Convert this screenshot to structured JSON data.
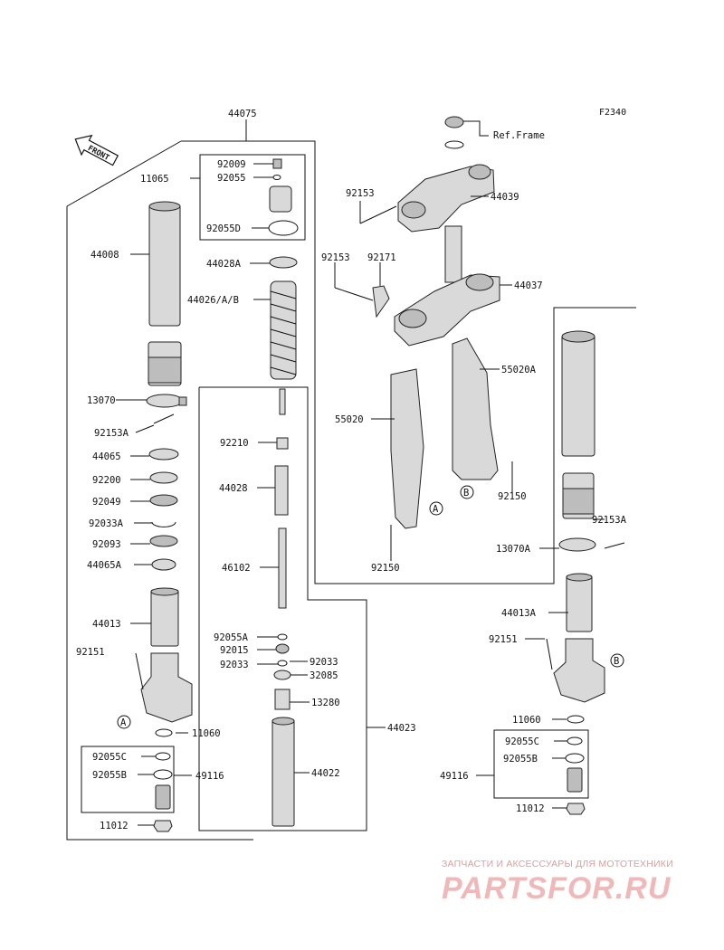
{
  "figure_code": "F2340",
  "front_label": "FRONT",
  "ref_frame": "Ref.Frame",
  "callouts": {
    "p44075": "44075",
    "p11065": "11065",
    "p92009": "92009",
    "p92055": "92055",
    "p92055D": "92055D",
    "p44028A": "44028A",
    "p44026": "44026/A/B",
    "p44008": "44008",
    "p13070": "13070",
    "p92153A_l": "92153A",
    "p44065": "44065",
    "p92200": "92200",
    "p92049": "92049",
    "p92033A": "92033A",
    "p92093": "92093",
    "p44065A": "44065A",
    "p44013": "44013",
    "p92151_l": "92151",
    "p11060_l": "11060",
    "p92055C_l": "92055C",
    "p92055B_l": "92055B",
    "p49116_l": "49116",
    "p11012_l": "11012",
    "p92210": "92210",
    "p44028": "44028",
    "p46102": "46102",
    "p92055A": "92055A",
    "p92015": "92015",
    "p92033_a": "92033",
    "p92033_b": "92033",
    "p32085": "32085",
    "p13280": "13280",
    "p44023": "44023",
    "p44022": "44022",
    "p92153_1": "92153",
    "p44039": "44039",
    "p92153_2": "92153",
    "p92171": "92171",
    "p44037": "44037",
    "p55020A": "55020A",
    "p55020": "55020",
    "p92150_r": "92150",
    "p92150_l": "92150",
    "p92153A_r": "92153A",
    "p13070A": "13070A",
    "p44013A": "44013A",
    "p92151_r": "92151",
    "p11060_r": "11060",
    "p92055C_r": "92055C",
    "p92055B_r": "92055B",
    "p49116_r": "49116",
    "p11012_r": "11012",
    "ref_A": "A",
    "ref_B": "B"
  },
  "watermark": {
    "tagline": "ЗАПЧАСТИ И АКСЕССУАРЫ ДЛЯ МОТОТЕХНИКИ",
    "brand": "PARTSFOR.RU"
  }
}
